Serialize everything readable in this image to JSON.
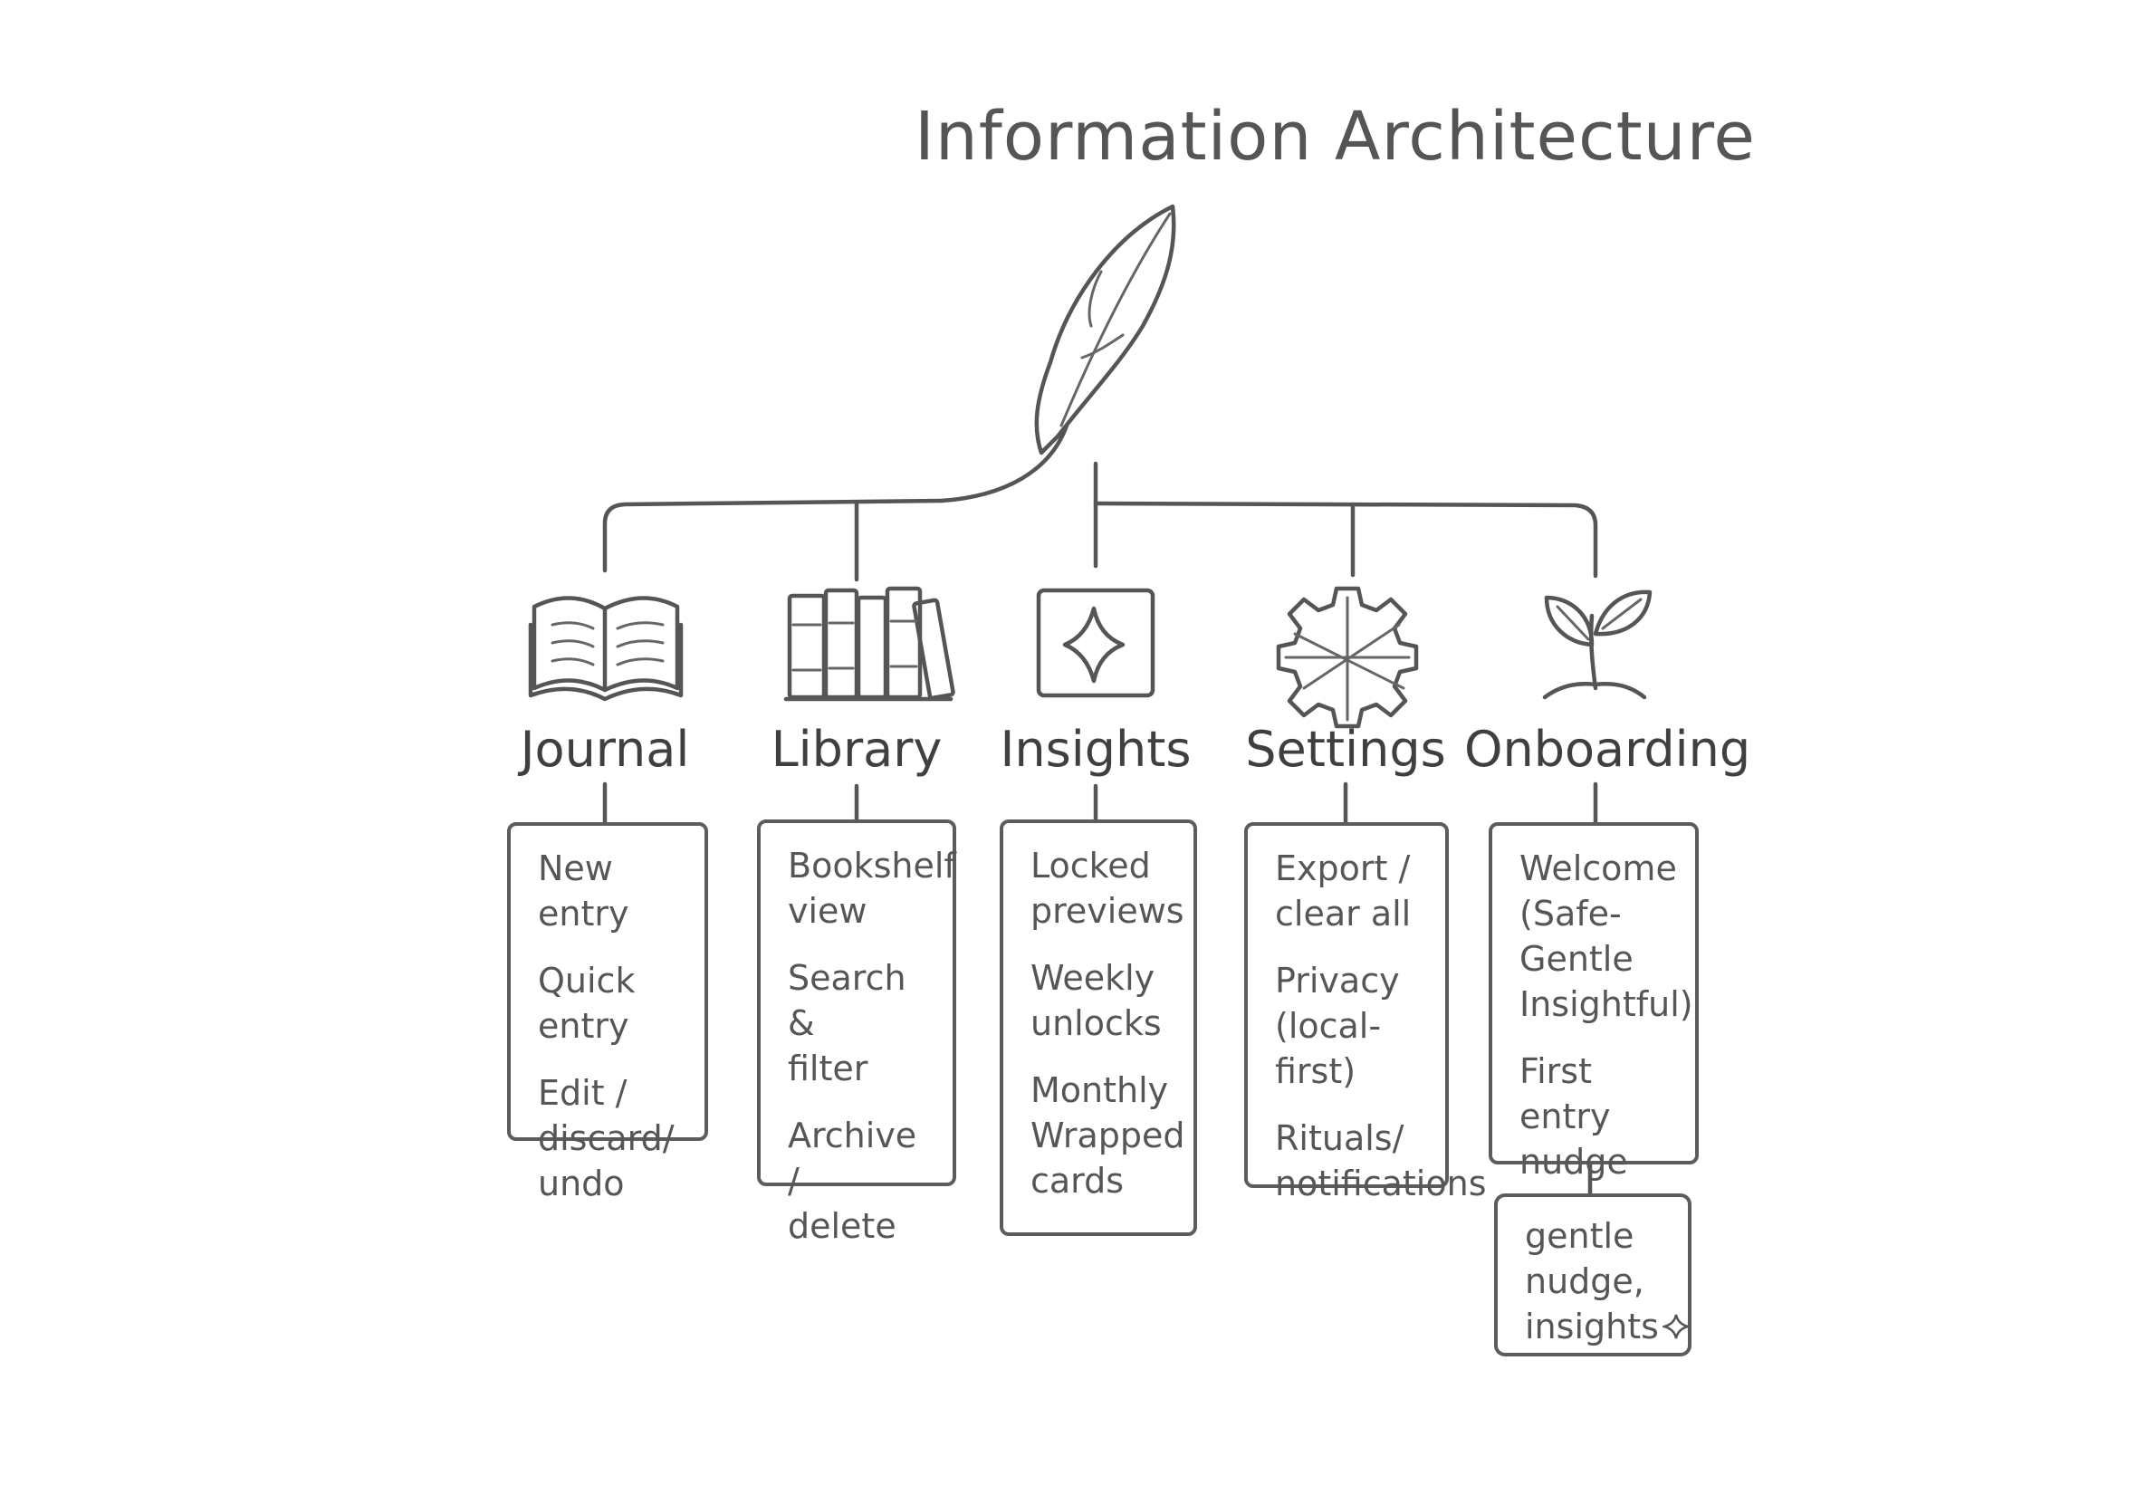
{
  "title": "Information Architecture",
  "sections": [
    {
      "name": "Journal",
      "icon": "open-book-icon",
      "items": [
        "New entry",
        "Quick entry",
        "Edit /\ndiscard/\nundo"
      ]
    },
    {
      "name": "Library",
      "icon": "bookshelf-icon",
      "items": [
        "Bookshelf\nview",
        "Search &\nfilter",
        "Archive /\ndelete"
      ]
    },
    {
      "name": "Insights",
      "icon": "sparkle-icon",
      "items": [
        "Locked\npreviews",
        "Weekly\nunlocks",
        "Monthly\nWrapped\ncards"
      ]
    },
    {
      "name": "Settings",
      "icon": "gear-icon",
      "items": [
        "Export /\nclear all",
        "Privacy\n(local-first)",
        "Rituals/\nnotifications"
      ]
    },
    {
      "name": "Onboarding",
      "icon": "sprout-icon",
      "items": [
        "Welcome\n(Safe-\nGentle\nInsightful)",
        "First entry\nnudge"
      ]
    }
  ],
  "note": {
    "lines": [
      "gentle",
      "nudge,",
      "insights"
    ],
    "icon": "sparkle-icon"
  },
  "root_icon": "quill-feather-icon"
}
